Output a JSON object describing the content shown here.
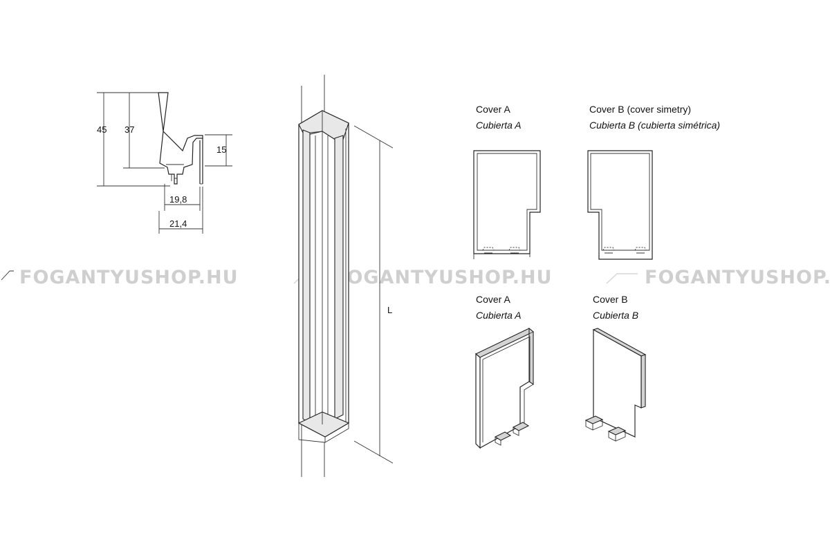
{
  "watermark": {
    "text": "FOGANTYUSHOP.HU"
  },
  "profile_dimensions": {
    "total_height": "45",
    "inner_height": "37",
    "flange_height": "15",
    "inner_width": "19,8",
    "total_width": "21,4"
  },
  "length_label": "L",
  "covers": {
    "cover_a_top": {
      "title": "Cover A",
      "subtitle": "Cubierta A"
    },
    "cover_b_top": {
      "title": "Cover B (cover simetry)",
      "subtitle": "Cubierta B (cubierta simétrica)"
    },
    "cover_a_bottom": {
      "title": "Cover A",
      "subtitle": "Cubierta A"
    },
    "cover_b_bottom": {
      "title": "Cover B",
      "subtitle": "Cubierta B"
    }
  }
}
